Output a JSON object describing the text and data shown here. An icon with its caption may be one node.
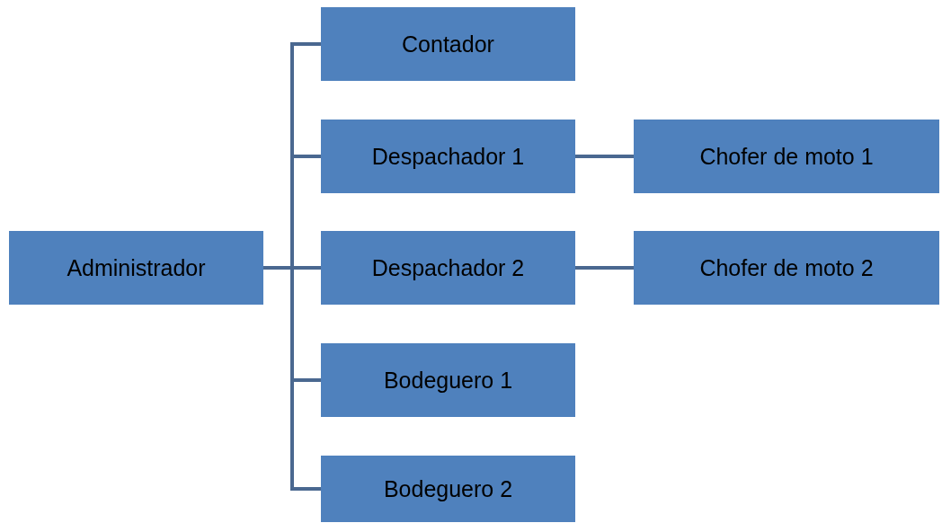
{
  "diagram": {
    "nodes": [
      {
        "text": [
          "Administrador"
        ]
      },
      {
        "text": [
          "Contador"
        ]
      },
      {
        "text": [
          "Despachador 1"
        ]
      },
      {
        "text": [
          "Despachador 2"
        ]
      },
      {
        "text": [
          "Bodeguero 1"
        ]
      },
      {
        "text": [
          "Bodeguero 2"
        ]
      },
      {
        "text": [
          "Chofer de moto 1"
        ]
      },
      {
        "text": [
          "Chofer de moto 2"
        ]
      }
    ],
    "edges": [
      {
        "from": 0,
        "to": 1,
        "arrow": "none"
      },
      {
        "from": 0,
        "to": 2,
        "arrow": "none"
      },
      {
        "from": 0,
        "to": 3,
        "arrow": "none"
      },
      {
        "from": 0,
        "to": 4,
        "arrow": "none"
      },
      {
        "from": 0,
        "to": 5,
        "arrow": "none"
      },
      {
        "from": 2,
        "to": 6,
        "arrow": "none"
      },
      {
        "from": 3,
        "to": 7,
        "arrow": "none"
      }
    ]
  }
}
